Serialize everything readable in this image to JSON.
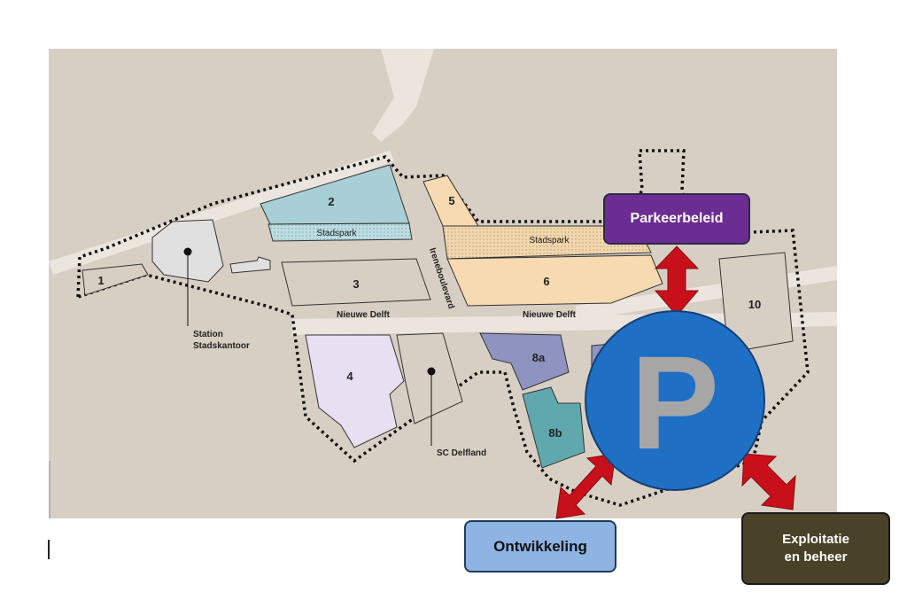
{
  "map": {
    "zones": {
      "z1": "1",
      "z2": "2",
      "z3": "3",
      "z4": "4",
      "z5": "5",
      "z6": "6",
      "z8a": "8a",
      "z8b": "8b",
      "z10": "10"
    },
    "streets": {
      "stadspark_left": "Stadspark",
      "stadspark_right": "Stadspark",
      "nieuwe_delft_left": "Nieuwe Delft",
      "nieuwe_delft_right": "Nieuwe Delft",
      "boulevard": "Ireneboulevard"
    },
    "landmarks": {
      "station_line1": "Station",
      "station_line2": "Stadskantoor",
      "sc_delfland": "SC Delfland"
    }
  },
  "parking": {
    "symbol": "P"
  },
  "boxes": {
    "parkeerbeleid": "Parkeerbeleid",
    "ontwikkeling": "Ontwikkeling",
    "exploitatie": "Exploitatie\nen beheer"
  },
  "colors": {
    "map_bg": "#d8cfc4",
    "zone_blue": "#a9cfd6",
    "zone_peach": "#f7d9b2",
    "zone_lilac": "#e8dff2",
    "zone_slate": "#8e93c0",
    "zone_teal": "#5fa8ae",
    "parking_circle": "#1f6fc5",
    "arrow_red": "#c8101a"
  }
}
